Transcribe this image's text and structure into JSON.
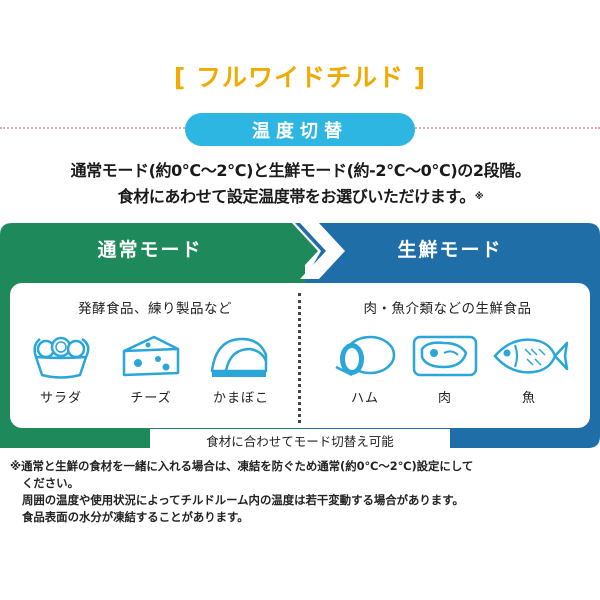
{
  "title": {
    "open": "[",
    "text": "フルワイドチルド",
    "close": "]"
  },
  "badge": "温度切替",
  "description": {
    "line1": "通常モード(約0℃〜2℃)と生鮮モード(約-2℃〜0℃)の2段階。",
    "line2": "食材にあわせて設定温度帯をお選びいただけます。",
    "note_mark": "※"
  },
  "modes": {
    "normal": {
      "label": "通常モード",
      "category": "発酵食品、練り製品など",
      "items": [
        "サラダ",
        "チーズ",
        "かまぼこ"
      ],
      "color": "#1e8a5c"
    },
    "fresh": {
      "label": "生鮮モード",
      "category": "肉・魚介類などの生鮮食品",
      "items": [
        "ハム",
        "肉",
        "魚"
      ],
      "color": "#1f6ea8"
    },
    "switch_label": "食材に合わせてモード切替え可能"
  },
  "notes": {
    "line1": "※通常と生鮮の食材を一緒に入れる場合は、凍結を防ぐため通常(約0℃〜2℃)設定にして",
    "line2": "ください。",
    "line3": "周囲の温度や使用状況によってチルドルーム内の温度は若干変動する場合があります。",
    "line4": "食品表面の水分が凍結することがあります。"
  },
  "colors": {
    "title": "#f0ab00",
    "badge": "#2eb6e2",
    "icon": "#2aa6d8"
  }
}
